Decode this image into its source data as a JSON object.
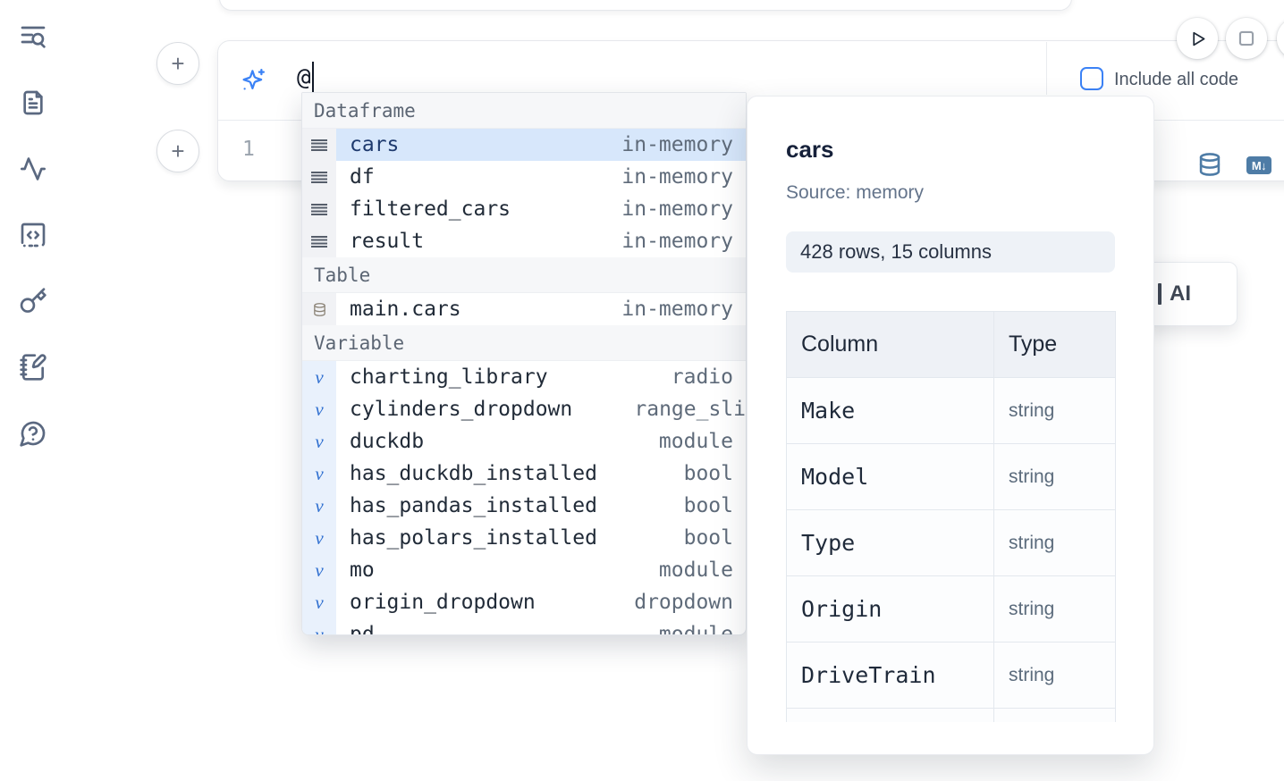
{
  "sidebar": {
    "items": [
      {
        "icon": "list-search-icon"
      },
      {
        "icon": "file-text-icon"
      },
      {
        "icon": "activity-icon"
      },
      {
        "icon": "code-square-icon"
      },
      {
        "icon": "key-icon"
      },
      {
        "icon": "notebook-pen-icon"
      },
      {
        "icon": "help-chat-icon"
      }
    ]
  },
  "run_controls": {
    "buttons": [
      {
        "icon": "play-icon"
      },
      {
        "icon": "stop-icon"
      },
      {
        "icon": "partial-button"
      }
    ]
  },
  "prompt": {
    "value": "@",
    "include_all_code": {
      "label": "Include all code",
      "checked": false
    }
  },
  "editor": {
    "line_number": "1",
    "actions": [
      {
        "icon": "database-icon"
      },
      {
        "icon": "markdown-icon",
        "badge": "M↓"
      }
    ]
  },
  "autocomplete": {
    "sections": [
      {
        "label": "Dataframe",
        "items": [
          {
            "name": "cars",
            "type": "in-memory",
            "selected": true
          },
          {
            "name": "df",
            "type": "in-memory"
          },
          {
            "name": "filtered_cars",
            "type": "in-memory"
          },
          {
            "name": "result",
            "type": "in-memory"
          }
        ]
      },
      {
        "label": "Table",
        "items": [
          {
            "name": "main.cars",
            "type": "in-memory"
          }
        ]
      },
      {
        "label": "Variable",
        "items": [
          {
            "name": "charting_library",
            "type": "radio"
          },
          {
            "name": "cylinders_dropdown",
            "type": "range_sli"
          },
          {
            "name": "duckdb",
            "type": "module"
          },
          {
            "name": "has_duckdb_installed",
            "type": "bool"
          },
          {
            "name": "has_pandas_installed",
            "type": "bool"
          },
          {
            "name": "has_polars_installed",
            "type": "bool"
          },
          {
            "name": "mo",
            "type": "module"
          },
          {
            "name": "origin_dropdown",
            "type": "dropdown"
          },
          {
            "name": "pd",
            "type": "module"
          }
        ]
      }
    ]
  },
  "preview": {
    "title": "cars",
    "source": "Source: memory",
    "shape": "428 rows, 15 columns",
    "table": {
      "headers": [
        "Column",
        "Type"
      ],
      "rows": [
        {
          "column": "Make",
          "type": "string"
        },
        {
          "column": "Model",
          "type": "string"
        },
        {
          "column": "Type",
          "type": "string"
        },
        {
          "column": "Origin",
          "type": "string"
        },
        {
          "column": "DriveTrain",
          "type": "string"
        }
      ]
    }
  },
  "ai_fragment": {
    "label": "AI"
  },
  "colors": {
    "accent_blue": "#3b82f6",
    "selection_bg": "#d7e7fb",
    "steel_blue": "#4e7ca6",
    "slate_icon": "#5a6880"
  }
}
